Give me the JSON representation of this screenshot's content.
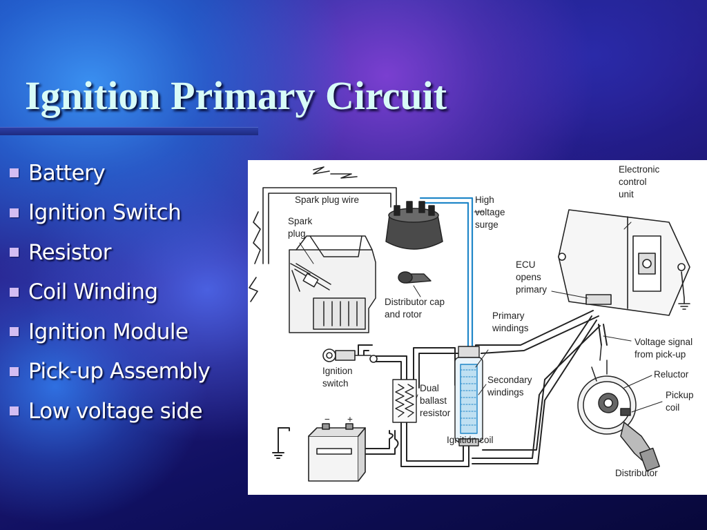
{
  "slide": {
    "title": "Ignition Primary Circuit",
    "colors": {
      "title": "#d8fbf7",
      "bullet_mark": "#d3bdf2",
      "bullet_text": "#ffffff",
      "diagram_background": "#ffffff",
      "high_voltage_wire": "#1f86c8"
    }
  },
  "bullets": [
    "Battery",
    "Ignition Switch",
    "Resistor",
    "Coil Winding",
    "Ignition Module",
    "Pick-up Assembly",
    "Low voltage side"
  ],
  "diagram": {
    "labels": {
      "spark_plug_wire": "Spark plug wire",
      "spark_plug_1": "Spark",
      "spark_plug_2": "plug",
      "high_voltage_1": "High",
      "high_voltage_2": "voltage",
      "high_voltage_3": "surge",
      "distributor_cap_1": "Distributor cap",
      "distributor_cap_2": "and rotor",
      "electronic_control_1": "Electronic",
      "electronic_control_2": "control",
      "electronic_control_3": "unit",
      "ecu_opens_1": "ECU",
      "ecu_opens_2": "opens",
      "ecu_opens_3": "primary",
      "primary_windings_1": "Primary",
      "primary_windings_2": "windings",
      "voltage_signal_1": "Voltage signal",
      "voltage_signal_2": "from pick-up",
      "ignition_switch_1": "Ignition",
      "ignition_switch_2": "switch",
      "dual_ballast_1": "Dual",
      "dual_ballast_2": "ballast",
      "dual_ballast_3": "resistor",
      "secondary_windings_1": "Secondary",
      "secondary_windings_2": "windings",
      "reluctor": "Reluctor",
      "pickup_coil_1": "Pickup",
      "pickup_coil_2": "coil",
      "ignition_coil": "Ignition coil",
      "distributor": "Distributor",
      "minus": "−",
      "plus": "+"
    }
  }
}
